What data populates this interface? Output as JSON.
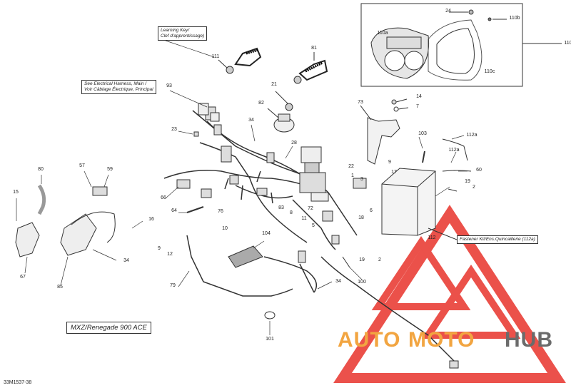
{
  "notes": {
    "learning_key": [
      "Learning Key/",
      "Clef d'apprentissage)"
    ],
    "harness_main": [
      "See Electrical Harness, Main /",
      "Voir Câblage Électrique, Principal"
    ],
    "fastener_kit": "Fastener Kit/Ens.Quincaillerie (112a)"
  },
  "model_label": "MXZ/Renegade 900 ACE",
  "diagram_ref": "33M1537-38",
  "watermark": {
    "auto": "AUTO",
    "moto": "MOTO",
    "hub": "HUB",
    "colors": {
      "red": "#e8332b",
      "orange": "#f2a541",
      "gray": "#6b6b6b"
    }
  },
  "callouts": {
    "c111": "111",
    "c81": "81",
    "c93": "93",
    "c21": "21",
    "c82": "82",
    "c34a": "34",
    "c23": "23",
    "c28": "28",
    "c73": "73",
    "c14": "14",
    "c7": "7",
    "c103": "103",
    "c112a1": "112a",
    "c112a2": "112a",
    "c80": "80",
    "c57": "57",
    "c59": "59",
    "c15": "15",
    "c66": "66",
    "c64": "64",
    "c76": "76",
    "c16": "16",
    "c83": "83",
    "c72": "72",
    "c8": "8",
    "c11": "11",
    "c5": "5",
    "c22": "22",
    "c18": "18",
    "c6": "6",
    "c1": "1",
    "c3": "3",
    "c17": "17",
    "c9": "9",
    "c60": "60",
    "c19a": "19",
    "c2a": "2",
    "c112": "112",
    "c10": "10",
    "c104": "104",
    "c9b": "9",
    "c12": "12",
    "c67": "67",
    "c85": "85",
    "c34b": "34",
    "c79": "79",
    "c34c": "34",
    "c100": "100",
    "c19b": "19",
    "c2b": "2",
    "c101": "101",
    "c24": "24",
    "c110b": "110b",
    "c110a": "110a",
    "c110c": "110c",
    "c110": "110"
  }
}
